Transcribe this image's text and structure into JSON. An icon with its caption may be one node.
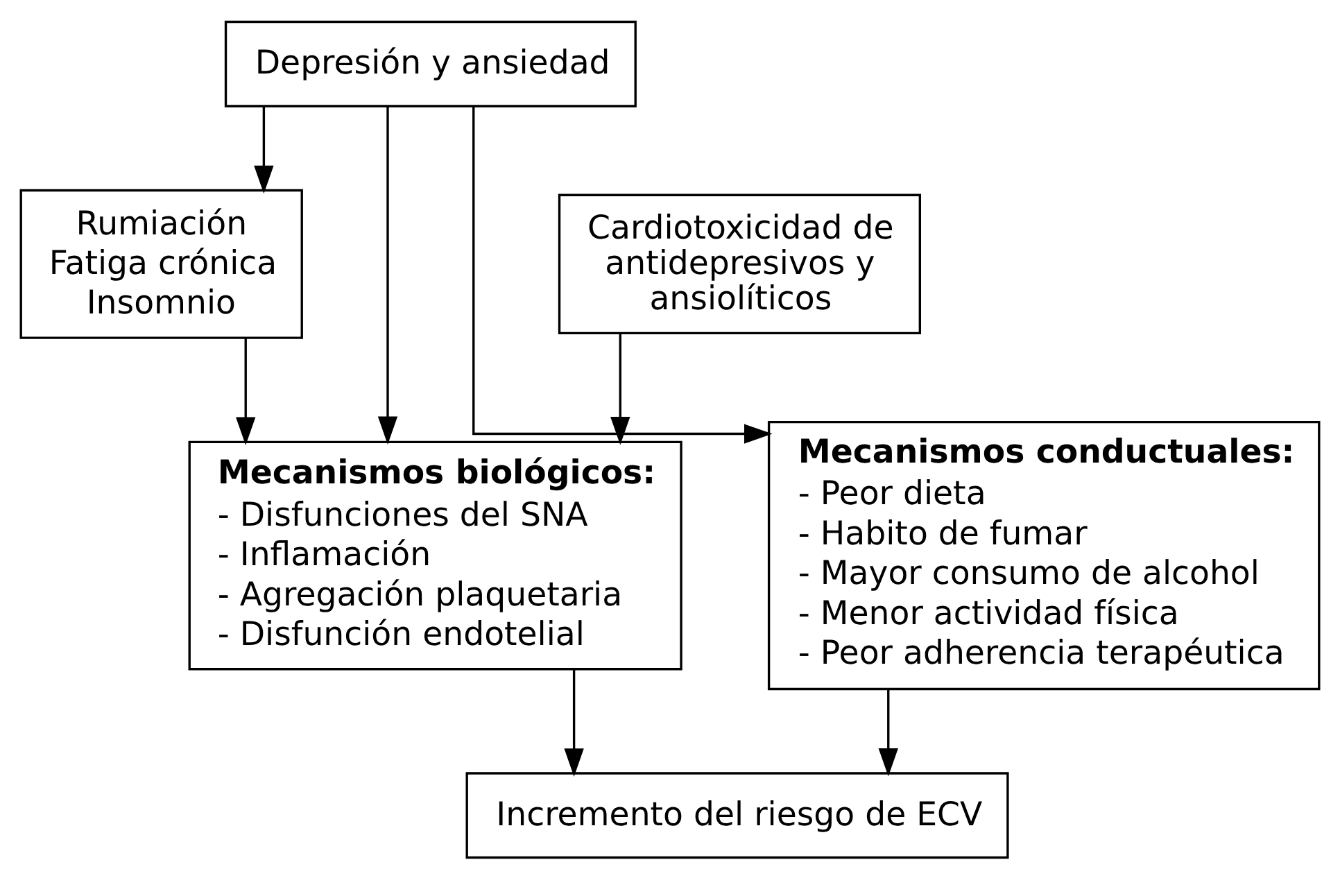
{
  "diagram": {
    "nodes": [
      {
        "text": [
          "Depresión y ansiedad"
        ]
      },
      {
        "text": [
          "Rumiación",
          "Fatiga crónica",
          "Insomnio"
        ]
      },
      {
        "text": [
          "Cardiotoxicidad de antidepresivos y ansiolíticos"
        ]
      },
      {
        "text": [
          "Mecanismos biológicos:",
          "- Disfunciones del SNA",
          "- Inflamación",
          "- Agregación plaquetaria",
          "- Disfunción endotelial"
        ]
      },
      {
        "text": [
          "Mecanismos conductuales:",
          "- Peor dieta",
          "- Habito de fumar",
          "- Mayor consumo de alcohol",
          "- Menor actividad física",
          "- Peor adherencia terapéutica"
        ]
      },
      {
        "text": [
          "Incremento del riesgo de ECV"
        ]
      }
    ],
    "edges": [
      {
        "from": 0,
        "to": 1,
        "arrow": "to"
      },
      {
        "from": 0,
        "to": 3,
        "arrow": "to"
      },
      {
        "from": 0,
        "to": 4,
        "arrow": "to"
      },
      {
        "from": 1,
        "to": 3,
        "arrow": "to"
      },
      {
        "from": 2,
        "to": 3,
        "arrow": "to"
      },
      {
        "from": 3,
        "to": 5,
        "arrow": "to"
      },
      {
        "from": 4,
        "to": 5,
        "arrow": "to"
      }
    ]
  }
}
